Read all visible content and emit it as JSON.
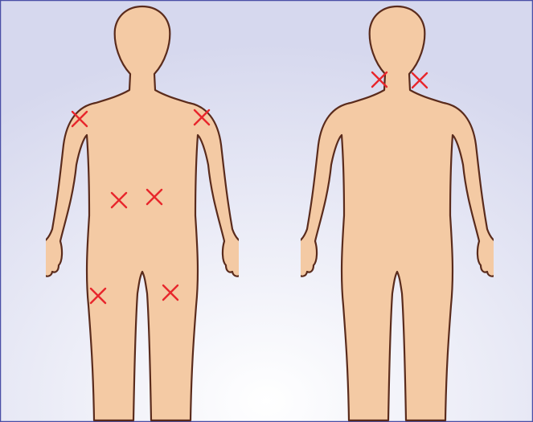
{
  "colors": {
    "frame": "#4a4fa6",
    "background_center": "#ffffff",
    "background_edge": "#d6d8ee",
    "skin": "#f4caa4",
    "outline": "#5a2b1c",
    "marker": "#e8262c"
  },
  "figures": [
    {
      "id": "front",
      "view": "front",
      "markers": [
        "left-shoulder",
        "right-shoulder",
        "left-lower-back",
        "right-lower-back",
        "left-knee",
        "right-knee"
      ]
    },
    {
      "id": "back",
      "view": "back",
      "markers": [
        "left-neck-base",
        "right-neck-base"
      ]
    }
  ],
  "marker_icon": "cross-icon"
}
